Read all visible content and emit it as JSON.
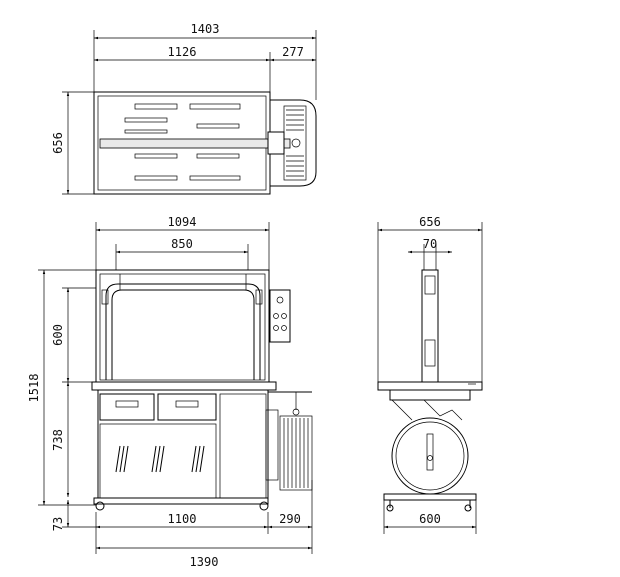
{
  "dimensions": {
    "top_overall": "1403",
    "top_body": "1126",
    "top_ext": "277",
    "top_depth": "656",
    "front_width": "1094",
    "front_inner": "850",
    "front_arch": "600",
    "front_height": "1518",
    "front_table": "738",
    "front_foot": "73",
    "front_base": "1100",
    "front_ext": "290",
    "front_overall": "1390",
    "side_width": "656",
    "side_arch": "70",
    "side_base": "600"
  },
  "colors": {
    "line": "#000000",
    "background": "#ffffff"
  }
}
